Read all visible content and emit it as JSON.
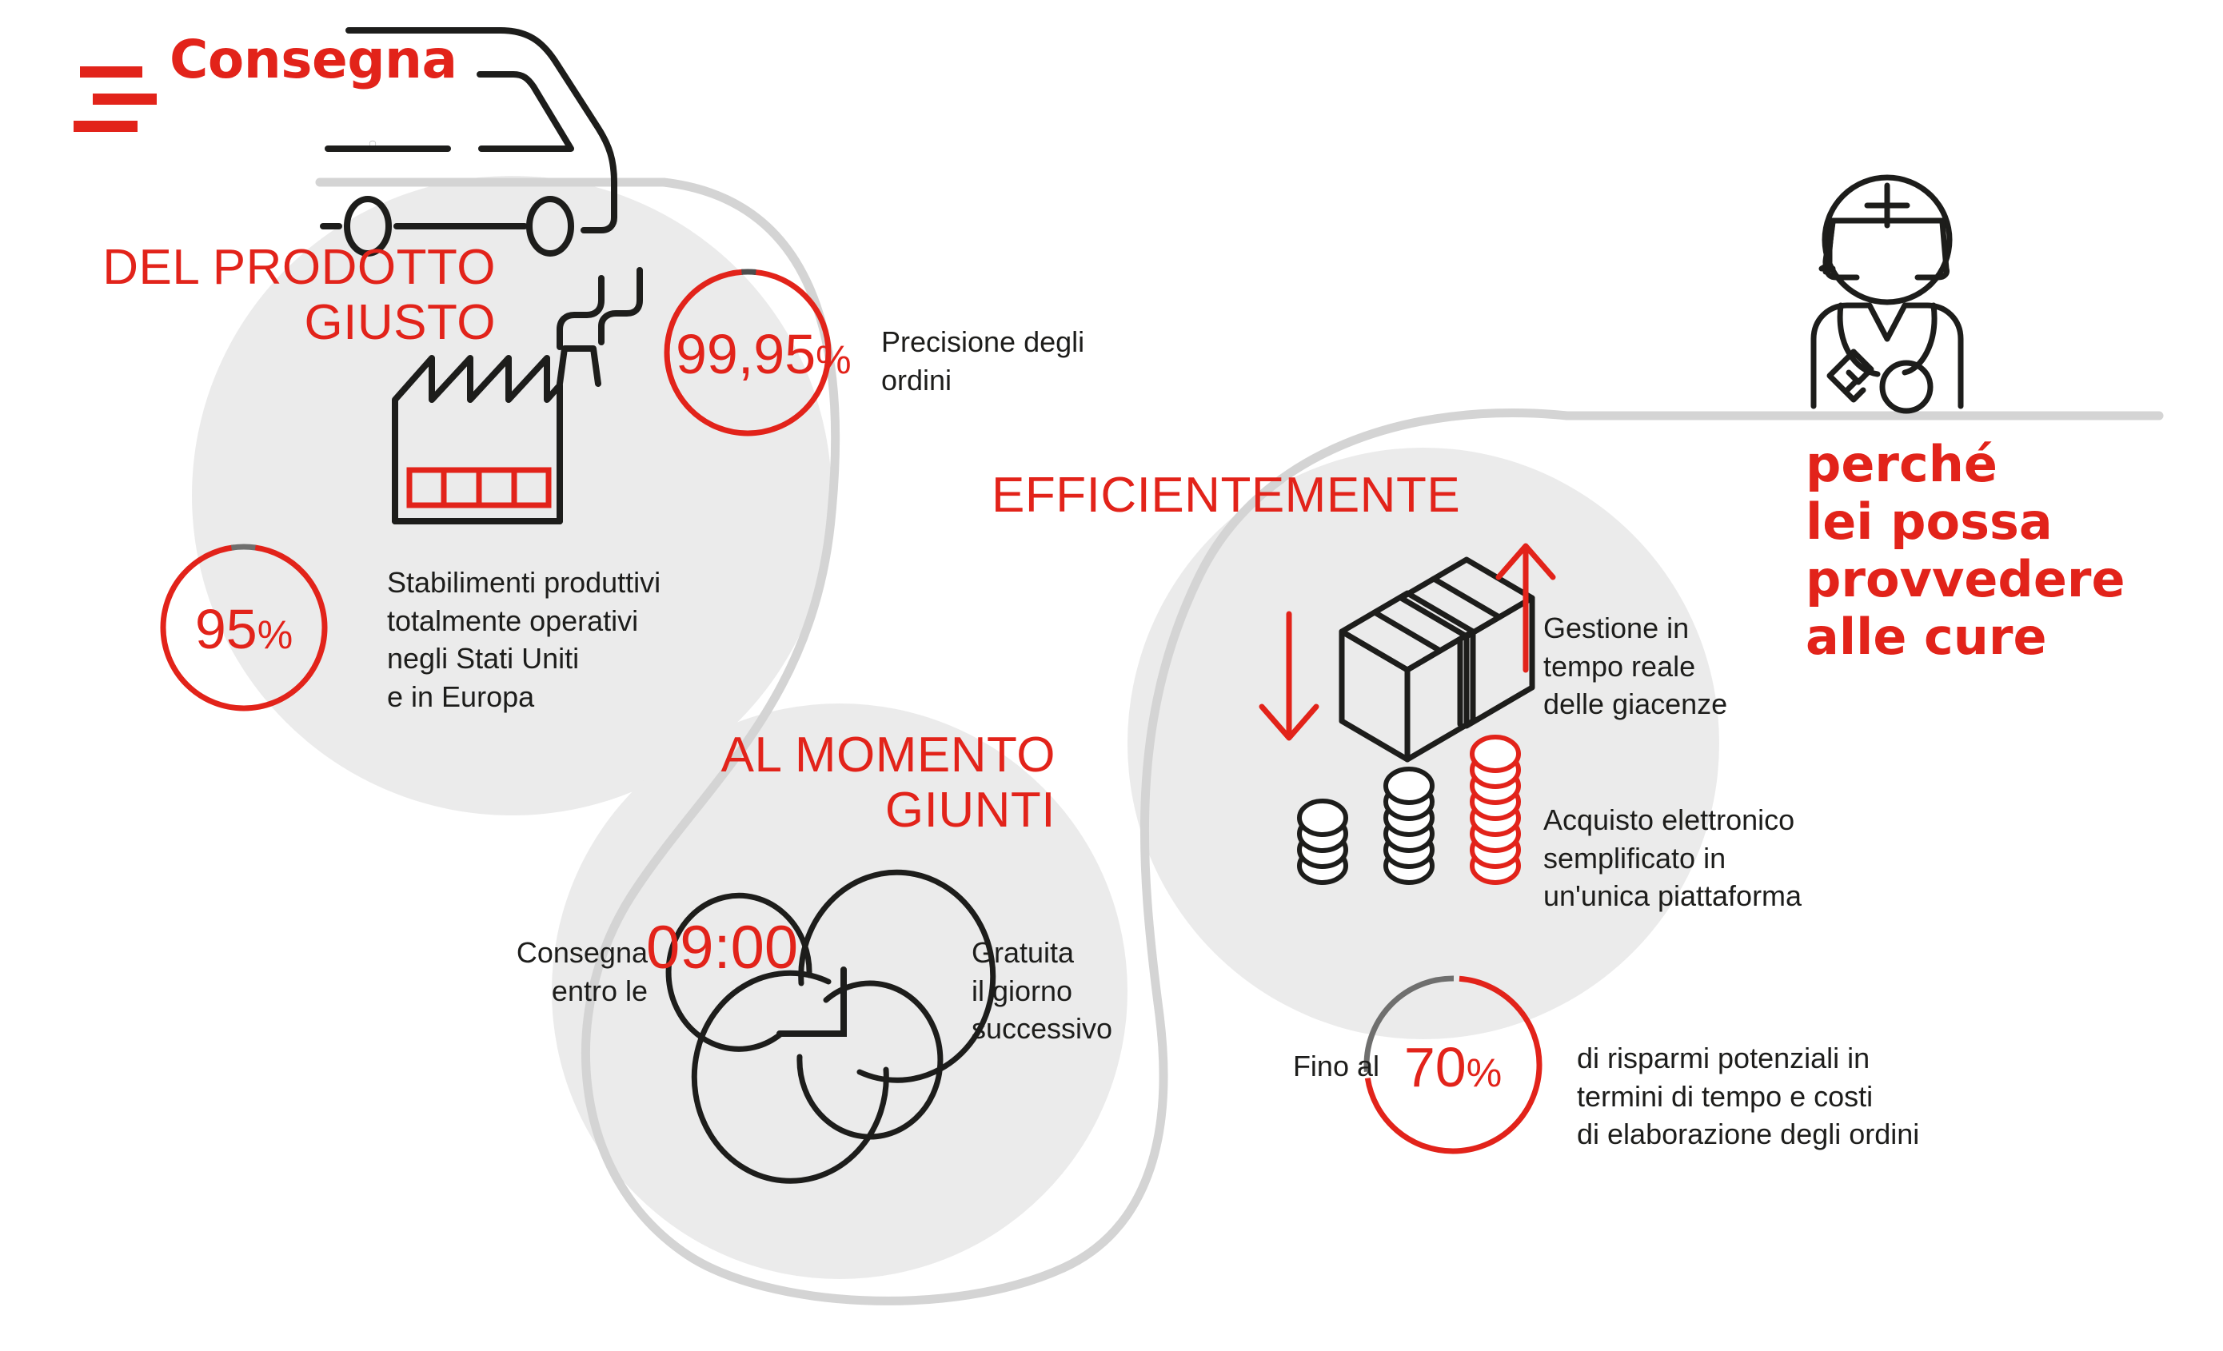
{
  "theme": {
    "red": "#e2231a",
    "dark": "#1d1d1b",
    "gray_blob": "#ebebeb",
    "gray_line": "#d4d4d4",
    "gray_arc": "#6f6f6e",
    "background": "#ffffff"
  },
  "header": {
    "title": "Consegna",
    "icons": [
      "speed-lines-icon",
      "delivery-van-icon"
    ]
  },
  "sections": [
    {
      "id": "prodotto-giusto",
      "heading_line1": "DEL PRODOTTO",
      "heading_line2": "GIUSTO",
      "icon": "factory-icon",
      "stats": [
        {
          "id": "accuracy",
          "value": "99,95",
          "unit": "%",
          "label": "Precisione degli\nordini",
          "label_lines": [
            "Precisione degli",
            "ordini"
          ],
          "ring_percent": 97
        },
        {
          "id": "plants",
          "value": "95",
          "unit": "%",
          "label_lines": [
            "Stabilimenti produttivi",
            "totalmente operativi",
            "negli Stati Uniti",
            "e in Europa"
          ],
          "ring_percent": 95
        }
      ]
    },
    {
      "id": "al-momento-giunti",
      "heading_line1": "AL MOMENTO",
      "heading_line2": "GIUNTI",
      "icon": "clock-icon",
      "left_label_lines": [
        "Consegna",
        "entro le"
      ],
      "time_value": "09:00",
      "right_label_lines": [
        "Gratuita",
        "il giorno",
        "successivo"
      ]
    },
    {
      "id": "efficientemente",
      "heading_line1": "EFFICIENTEMENTE",
      "features": [
        {
          "id": "inventory",
          "icon": "boxes-arrows-icon",
          "label_lines": [
            "Gestione in",
            "tempo reale",
            "delle giacenze"
          ]
        },
        {
          "id": "eprocurement",
          "icon": "coin-stacks-icon",
          "label_lines": [
            "Acquisto elettronico",
            "semplificato in",
            "un'unica piattaforma"
          ]
        }
      ],
      "stat": {
        "id": "savings",
        "prefix": "Fino al",
        "value": "70",
        "unit": "%",
        "label_lines": [
          "di risparmi potenziali in",
          "termini di tempo e costi",
          "di elaborazione degli ordini"
        ],
        "ring_percent": 70
      }
    }
  ],
  "closing": {
    "icon": "nurse-icon",
    "lines": [
      "perché",
      "lei possa",
      "provvedere",
      "alle cure"
    ]
  }
}
